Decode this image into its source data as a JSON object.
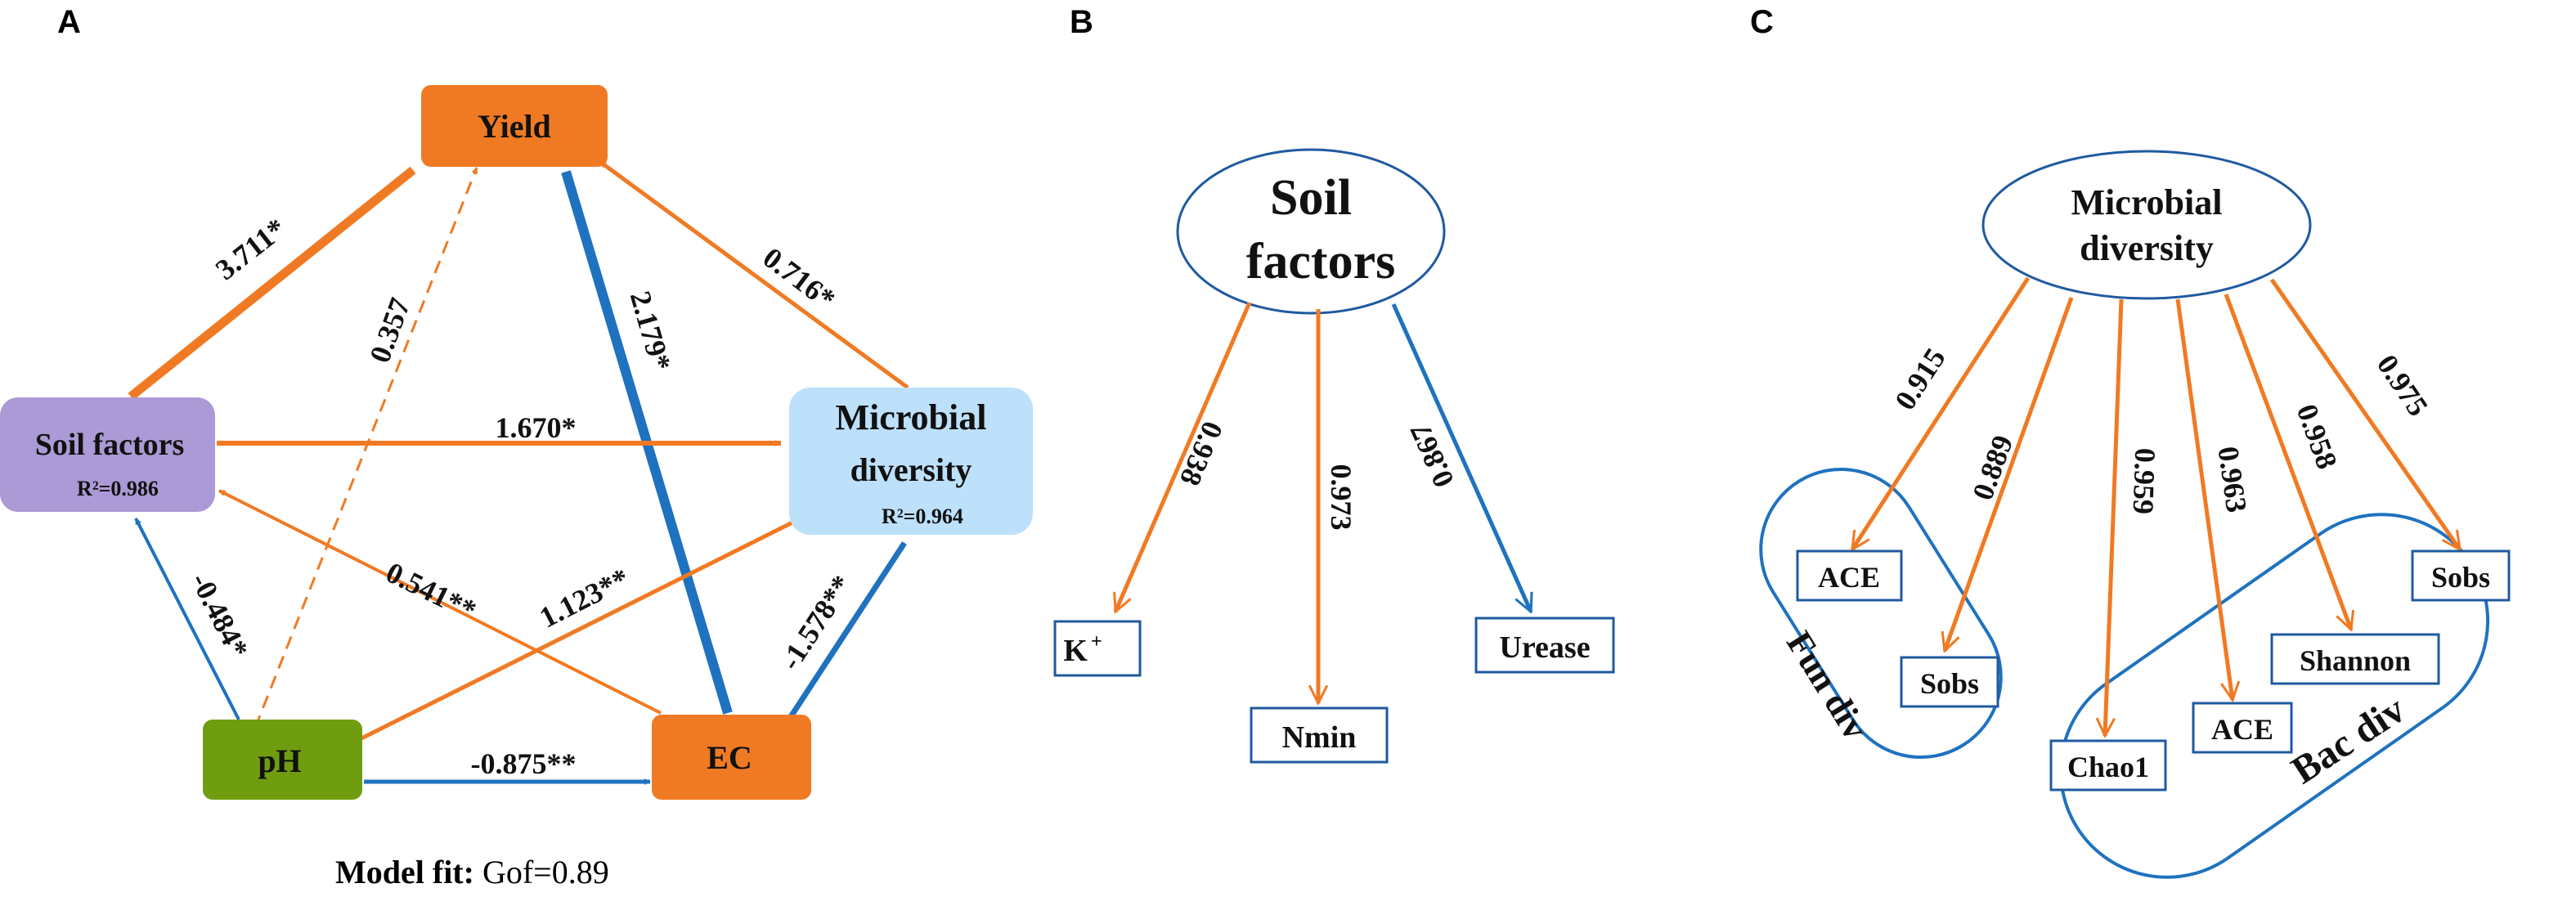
{
  "panels": {
    "a": "A",
    "b": "B",
    "c": "C"
  },
  "panel_a": {
    "nodes": {
      "yield": "Yield",
      "soil": "Soil factors",
      "soil_r2": "R²=0.986",
      "micro_line1": "Microbial",
      "micro_line2": "diversity",
      "micro_r2": "R²=0.964",
      "ph": "pH",
      "ec": "EC"
    },
    "paths": {
      "soil_yield": "3.711*",
      "ph_yield": "0.357",
      "ec_yield": "2.179*",
      "micro_yield": "0.716*",
      "soil_micro": "1.670*",
      "ph_soil": "-0.484*",
      "ec_soil": "0.541**",
      "ph_micro": "1.123**",
      "ec_micro": "-1.578**",
      "ph_ec": "-0.875**"
    },
    "model_fit_label": "Model fit:",
    "model_fit_value": "Gof=0.89"
  },
  "panel_b": {
    "latent_line1": "Soil",
    "latent_line2": "factors",
    "indicators": {
      "k": "K",
      "k_sup": "+",
      "nmin": "Nmin",
      "urease": "Urease"
    },
    "loadings": {
      "k": "0.938",
      "nmin": "0.973",
      "urease": "0.867"
    }
  },
  "panel_c": {
    "latent_line1": "Microbial",
    "latent_line2": "diversity",
    "groups": {
      "fun": "Fun div",
      "bac": "Bac div"
    },
    "indicators": {
      "fun_ace": "ACE",
      "fun_sobs": "Sobs",
      "bac_chao1": "Chao1",
      "bac_ace": "ACE",
      "bac_shannon": "Shannon",
      "bac_sobs": "Sobs"
    },
    "loadings": {
      "fun_ace": "0.915",
      "fun_sobs": "0.889",
      "bac_chao1": "0.959",
      "bac_ace": "0.963",
      "bac_shannon": "0.958",
      "bac_sobs": "0.975"
    }
  },
  "colors": {
    "orange": "#f07a23",
    "blue": "#1f72bf",
    "node_orange": "#f07a23",
    "node_purple": "#ab9ad6",
    "node_lightblue": "#bde0fb",
    "node_green": "#6f9d0f",
    "outline_blue": "#1f5aa0"
  }
}
